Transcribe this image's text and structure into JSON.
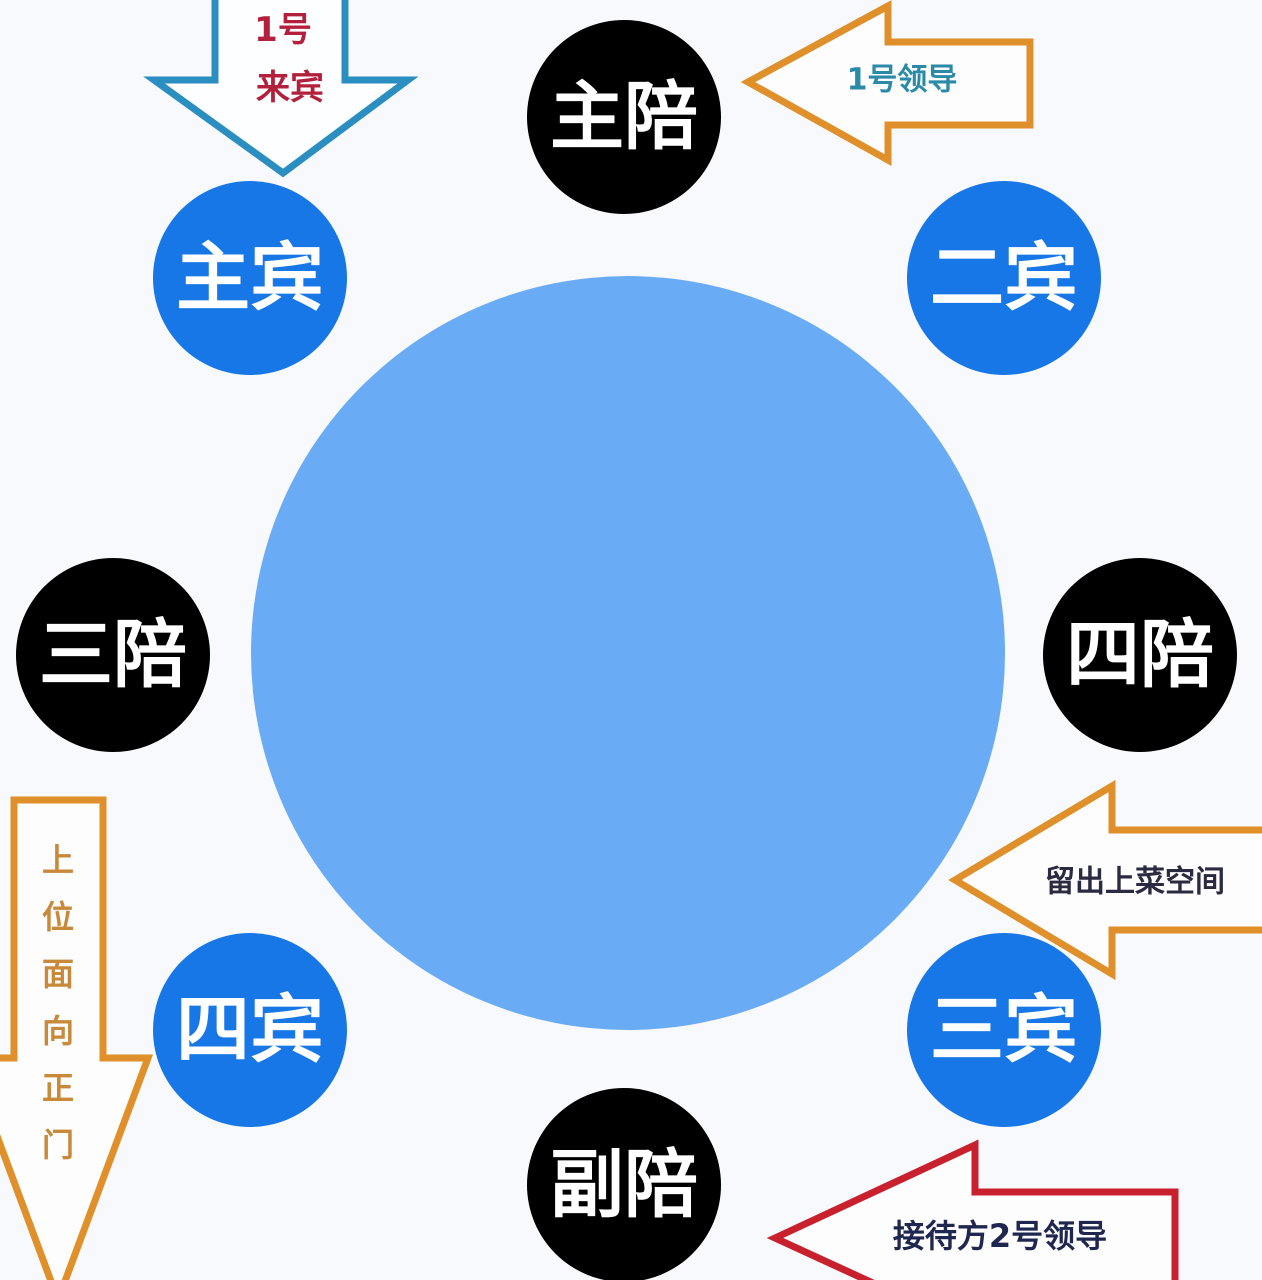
{
  "colors": {
    "table": "#6aabf5",
    "guest_seat": "#1877e6",
    "host_seat": "#000000",
    "arrow_blue": "#2a8fc0",
    "arrow_orange": "#e0902a",
    "arrow_red": "#c8202c"
  },
  "table": {
    "shape": "round"
  },
  "seats": {
    "host": "主陪",
    "guest1": "主宾",
    "guest2": "二宾",
    "host3": "三陪",
    "host4": "四陪",
    "guest4": "四宾",
    "guest3": "三宾",
    "deputy_host": "副陪"
  },
  "annotations": {
    "guest_arrow": {
      "line1": "1号",
      "line2": "来宾",
      "text_color": "#b3203c"
    },
    "host_arrow": {
      "label": "1号领导",
      "text_color": "#2a8aa8"
    },
    "door_arrow": {
      "chars": [
        "上",
        "位",
        "面",
        "向",
        "正",
        "门"
      ],
      "text_color": "#c8893a"
    },
    "serve_arrow": {
      "label": "留出上菜空间",
      "text_color": "#2a2a40"
    },
    "deputy_arrow": {
      "label": "接待方2号领导",
      "text_color": "#1f2650"
    }
  }
}
